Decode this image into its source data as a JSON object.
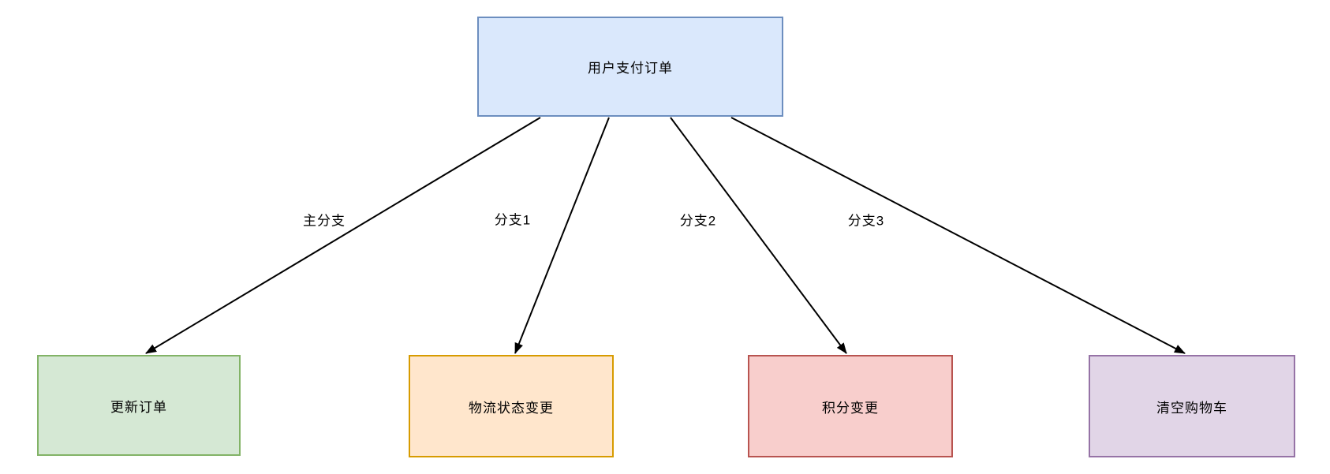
{
  "diagram": {
    "title": "order-payment-fanout-flow",
    "background": "#ffffff",
    "edge_color": "#000000",
    "text_color": "#000000",
    "nodes": [
      {
        "id": "user-pays-order",
        "label": "用户支付订单",
        "fill": "#dae8fc",
        "border": "#6c8ebf"
      },
      {
        "id": "update-order",
        "label": "更新订单",
        "fill": "#d5e8d4",
        "border": "#82b366"
      },
      {
        "id": "logistics-status-change",
        "label": "物流状态变更",
        "fill": "#ffe6cc",
        "border": "#d79b00"
      },
      {
        "id": "points-change",
        "label": "积分变更",
        "fill": "#f8cecc",
        "border": "#b85450"
      },
      {
        "id": "clear-shopping-cart",
        "label": "清空购物车",
        "fill": "#e1d5e7",
        "border": "#9673a6"
      }
    ],
    "edges": [
      {
        "label": "主分支",
        "from": "user-pays-order",
        "to": "update-order"
      },
      {
        "label": "分支1",
        "from": "user-pays-order",
        "to": "logistics-status-change"
      },
      {
        "label": "分支2",
        "from": "user-pays-order",
        "to": "points-change"
      },
      {
        "label": "分支3",
        "from": "user-pays-order",
        "to": "clear-shopping-cart"
      }
    ]
  }
}
